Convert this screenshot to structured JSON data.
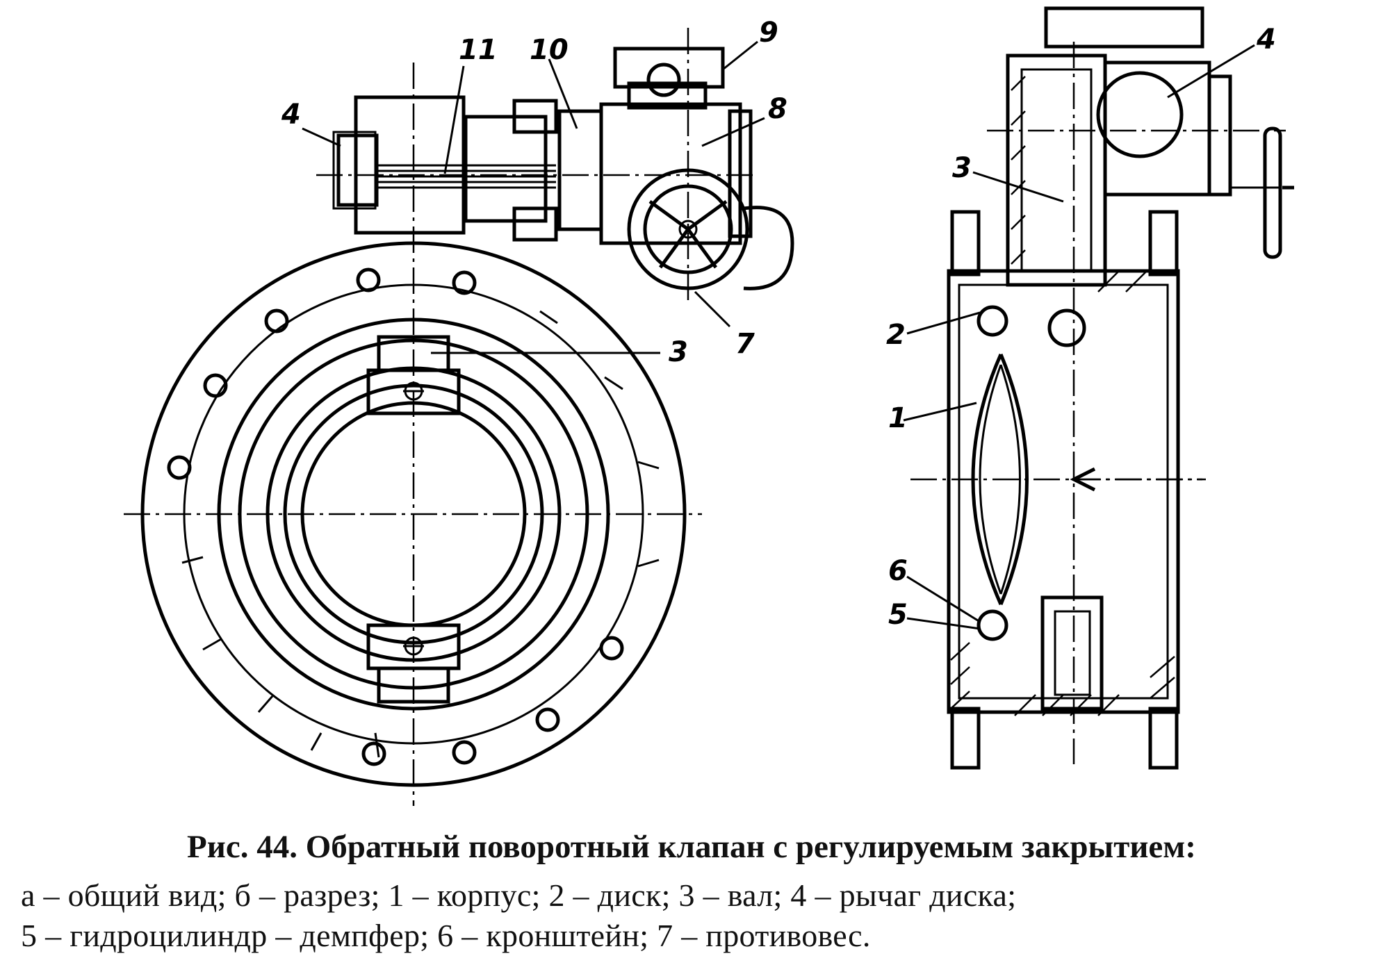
{
  "figure": {
    "labels_left": [
      "11",
      "10",
      "9",
      "4",
      "8",
      "3",
      "7"
    ],
    "labels_right": [
      "4",
      "3",
      "2",
      "1",
      "6",
      "5"
    ]
  },
  "caption": {
    "title": "Рис. 44. Обратный поворотный клапан с регулируемым закрытием:",
    "line1": "а – общий вид; б – разрез; 1 – корпус; 2 – диск; 3 – вал; 4 – рычаг диска;",
    "line2": "5 – гидроцилиндр – демпфер; 6 – кронштейн; 7 – противовес."
  }
}
